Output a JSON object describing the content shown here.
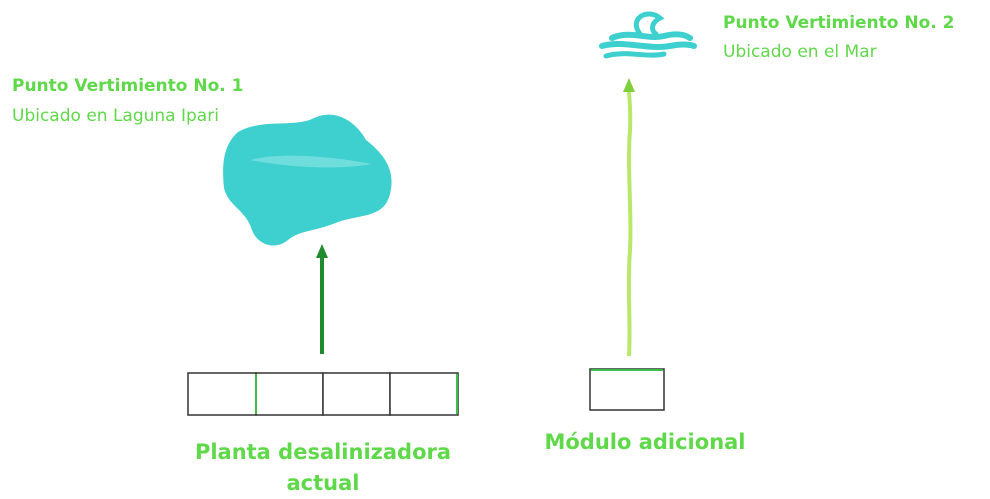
{
  "colors": {
    "label_green": "#5fd84a",
    "water": "#3ecfcf",
    "arrow_dark": "#1f8a2e",
    "arrow_light": "#b8e86a",
    "box_stroke": "#333333",
    "box_accent": "#3cbf4a"
  },
  "points": {
    "point1": {
      "title": "Punto Vertimiento No. 1",
      "location": "Ubicado en Laguna Ipari",
      "icon": "lagoon-icon"
    },
    "point2": {
      "title": "Punto Vertimiento No. 2",
      "location": "Ubicado en el Mar",
      "icon": "sea-waves-icon"
    }
  },
  "facilities": {
    "existing_plant": {
      "label_line1": "Planta desalinizadora",
      "label_line2": "actual",
      "module_count": 4
    },
    "additional_module": {
      "label": "Módulo adicional",
      "module_count": 1
    }
  }
}
